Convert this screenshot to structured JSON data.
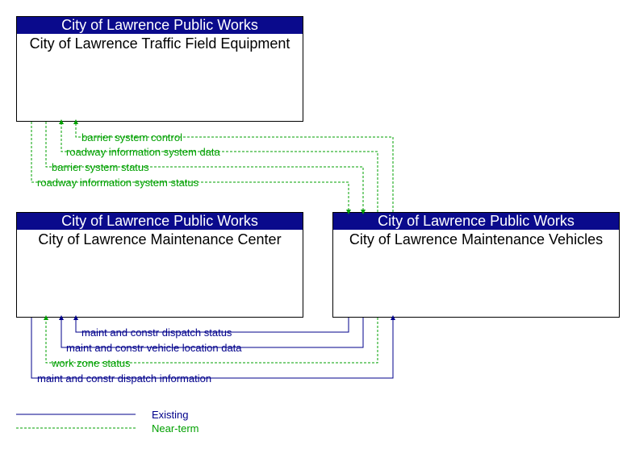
{
  "nodes": {
    "traffic_field_equipment": {
      "owner": "City of Lawrence Public Works",
      "name": "City of Lawrence Traffic Field Equipment"
    },
    "maintenance_center": {
      "owner": "City of Lawrence Public Works",
      "name": "City of Lawrence Maintenance Center"
    },
    "maintenance_vehicles": {
      "owner": "City of Lawrence Public Works",
      "name": "City of Lawrence Maintenance Vehicles"
    }
  },
  "flows": {
    "barrier_system_control": "barrier system control",
    "roadway_information_system_data": "roadway information system data",
    "barrier_system_status": "barrier system status",
    "roadway_information_system_status": "roadway information system status",
    "maint_and_constr_dispatch_status": "maint and constr dispatch status",
    "maint_and_constr_vehicle_location_data": "maint and constr vehicle location data",
    "work_zone_status": "work zone status",
    "maint_and_constr_dispatch_information": "maint and constr dispatch information"
  },
  "legend": {
    "existing": "Existing",
    "near_term": "Near-term"
  },
  "colors": {
    "header": "#0a0a8c",
    "existing": "#00008b",
    "near_term": "#00a000"
  }
}
